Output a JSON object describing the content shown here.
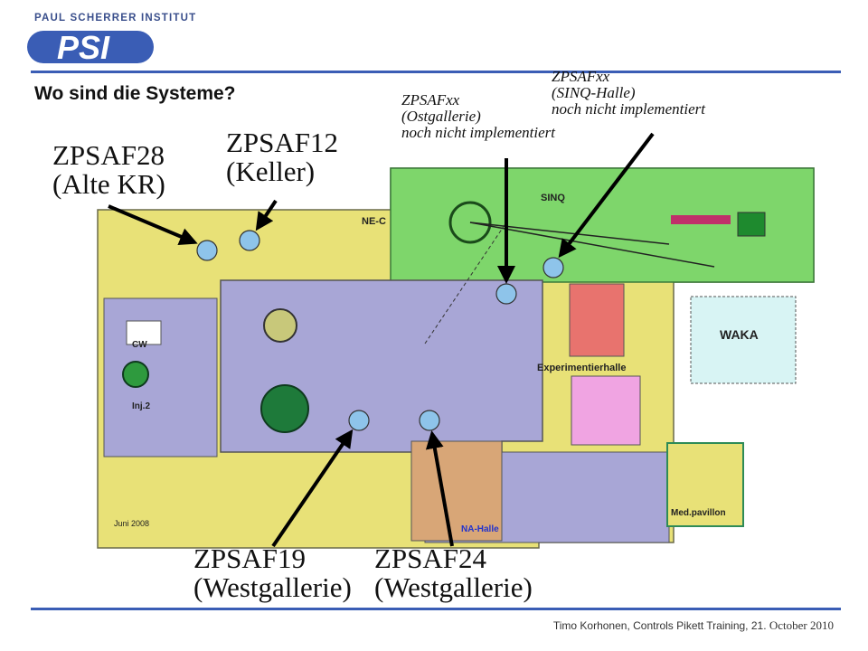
{
  "header": {
    "institute": "PAUL SCHERRER INSTITUT",
    "logo": "PSI",
    "title": "Wo sind die Systeme?"
  },
  "map": {
    "areas": {
      "sinq": "SINQ",
      "nec": "NE-C",
      "waka": "WAKA",
      "experimentierhalle": "Experimentierhalle",
      "cw": "CW",
      "inj2": "Inj.2",
      "nahalle": "NA-Halle",
      "medpavillon": "Med.pavillon",
      "date": "Juni 2008"
    },
    "colors": {
      "yellow": "#e8e177",
      "green": "#7ed66b",
      "lavender": "#a8a6d6",
      "tan": "#d8a677",
      "salmon": "#e8736e",
      "pink": "#f0a4e2",
      "cyan": "#d8f4f4",
      "marker": "#8ec4ea"
    }
  },
  "labels": {
    "zpsaf28": {
      "name": "ZPSAF28",
      "location": "(Alte KR)"
    },
    "zpsaf12": {
      "name": "ZPSAF12",
      "location": "(Keller)"
    },
    "ost": {
      "name": "ZPSAFxx",
      "location": "(Ostgallerie)",
      "note": "noch nicht implementiert"
    },
    "sinq": {
      "name": "ZPSAFxx",
      "location": "(SINQ-Halle)",
      "note": "noch nicht implementiert"
    },
    "zpsaf19": {
      "name": "ZPSAF19",
      "location": "(Westgallerie)"
    },
    "zpsaf24": {
      "name": "ZPSAF24",
      "location": "(Westgallerie)"
    }
  },
  "footer": {
    "author": "Timo Korhonen, Controls Pikett Training, 21.",
    "date": "October 2010"
  }
}
